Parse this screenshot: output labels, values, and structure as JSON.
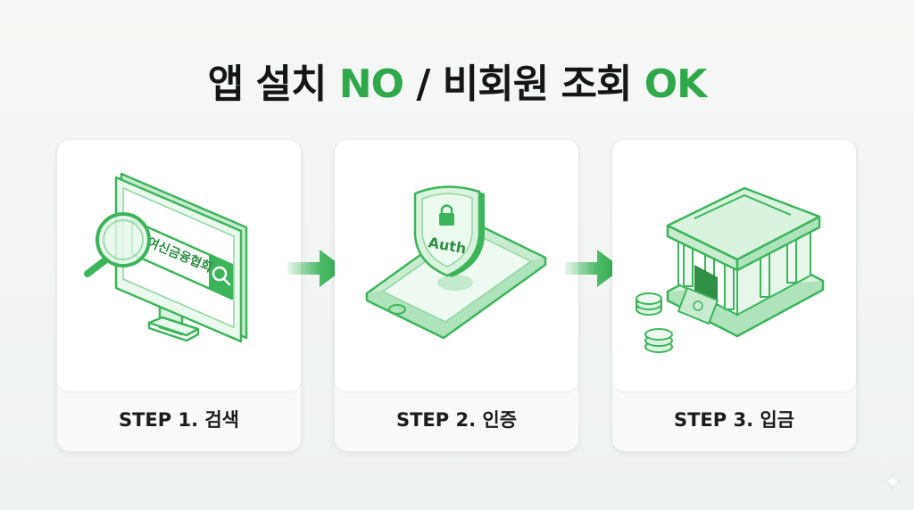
{
  "title": {
    "part1": "앱 설치 ",
    "part2": "NO",
    "part3": " / 비회원 조회 ",
    "part4": "OK"
  },
  "colors": {
    "accent": "#2fa84a",
    "light_green": "#d9f3de",
    "text": "#151515"
  },
  "steps": [
    {
      "label": "STEP 1. 검색",
      "icon": "computer-search-icon",
      "search_text": "여신금융협회"
    },
    {
      "label": "STEP 2. 인증",
      "icon": "phone-shield-icon",
      "badge_text": "Auth"
    },
    {
      "label": "STEP 3. 입금",
      "icon": "bank-money-icon"
    }
  ]
}
